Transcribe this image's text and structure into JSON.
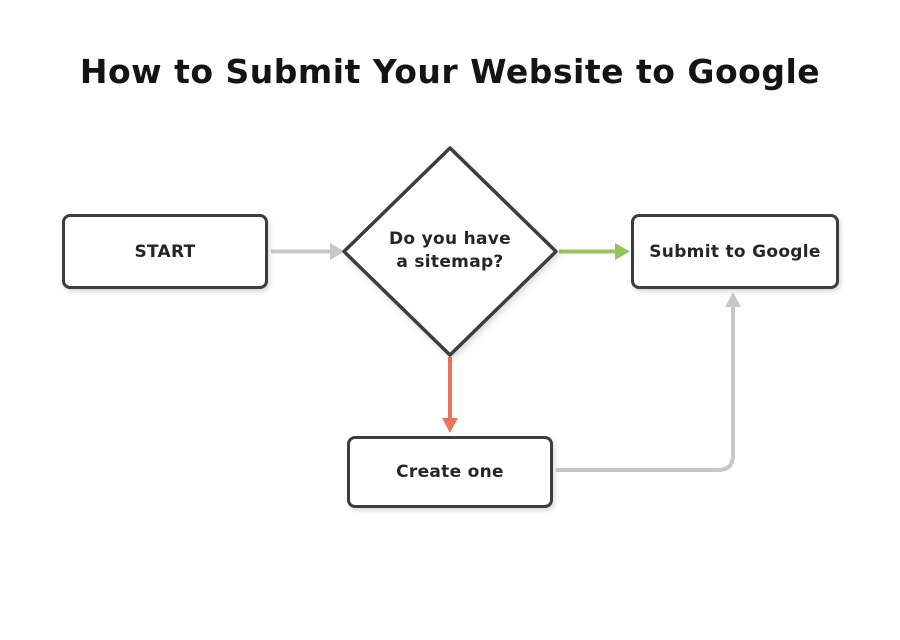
{
  "title": "How to Submit Your Website to Google",
  "nodes": {
    "start": {
      "label": "START"
    },
    "decision": {
      "line1": "Do you have",
      "line2": "a sitemap?"
    },
    "submit": {
      "label": "Submit to Google"
    },
    "create": {
      "label": "Create one"
    }
  },
  "colors": {
    "node_border": "#3d3d3d",
    "node_fill": "#ffffff",
    "arrow_gray": "#c7c7c7",
    "arrow_green": "#95c362",
    "arrow_red": "#e8755d",
    "title_color": "#141414"
  }
}
